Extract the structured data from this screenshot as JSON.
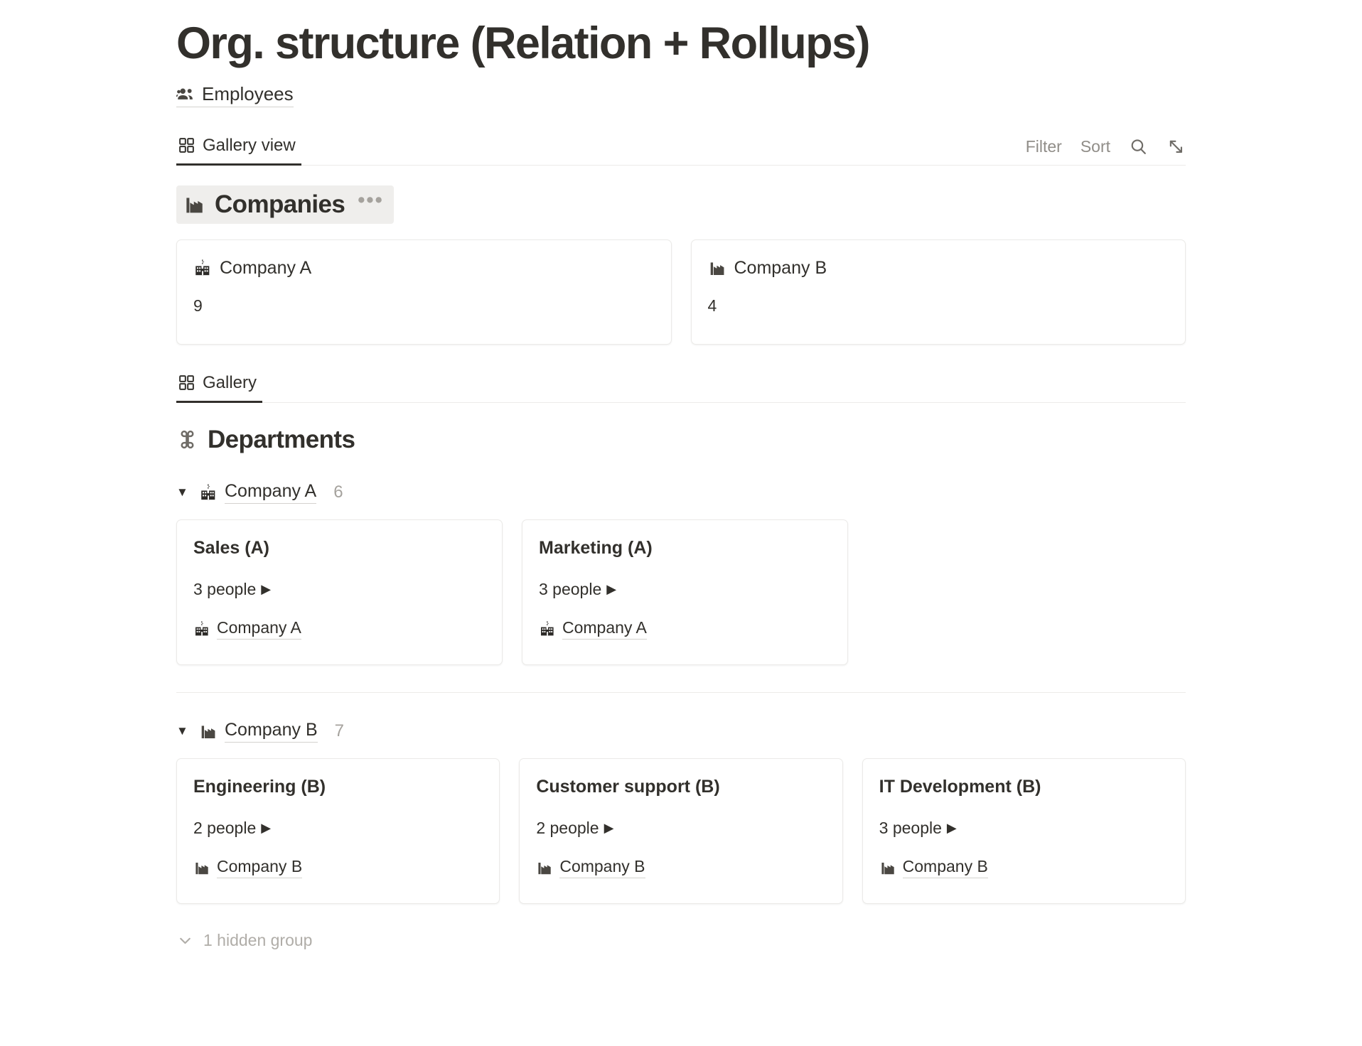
{
  "page": {
    "title": "Org. structure (Relation + Rollups)"
  },
  "employees_mention": {
    "icon": "people-group-icon",
    "label": "Employees"
  },
  "toolbar": {
    "tab_label": "Gallery view",
    "tab_icon": "gallery-grid-icon",
    "filter_label": "Filter",
    "sort_label": "Sort",
    "search_icon": "search-icon",
    "expand_icon": "expand-diagonal-icon"
  },
  "companies_block": {
    "header_label": "Companies",
    "header_icon": "factory-icon",
    "menu_label": "•••",
    "cards": [
      {
        "icon": "school-building-icon",
        "title": "Company A",
        "value": "9"
      },
      {
        "icon": "factory-icon",
        "title": "Company B",
        "value": "4"
      }
    ]
  },
  "gallery_tab": {
    "label": "Gallery",
    "icon": "gallery-grid-icon"
  },
  "departments_block": {
    "header_label": "Departments",
    "header_icon": "command-icon",
    "groups": [
      {
        "toggle": "▼",
        "icon": "school-building-icon",
        "name": "Company A",
        "count": "6",
        "cards": [
          {
            "title": "Sales (A)",
            "people": "3 people",
            "play": "▶",
            "relation_icon": "school-building-icon",
            "relation": "Company A"
          },
          {
            "title": "Marketing (A)",
            "people": "3 people",
            "play": "▶",
            "relation_icon": "school-building-icon",
            "relation": "Company A"
          }
        ]
      },
      {
        "toggle": "▼",
        "icon": "factory-icon",
        "name": "Company B",
        "count": "7",
        "cards": [
          {
            "title": "Engineering (B)",
            "people": "2 people",
            "play": "▶",
            "relation_icon": "factory-icon",
            "relation": "Company B"
          },
          {
            "title": "Customer support (B)",
            "people": "2 people",
            "play": "▶",
            "relation_icon": "factory-icon",
            "relation": "Company B"
          },
          {
            "title": "IT Development (B)",
            "people": "3 people",
            "play": "▶",
            "relation_icon": "factory-icon",
            "relation": "Company B"
          }
        ]
      }
    ],
    "hidden_group_label": "1 hidden group",
    "hidden_group_icon": "chevron-down-icon"
  },
  "colors": {
    "text": "#32302c",
    "muted": "#908d88",
    "border": "#ebeae8",
    "highlight": "#efeeec"
  }
}
